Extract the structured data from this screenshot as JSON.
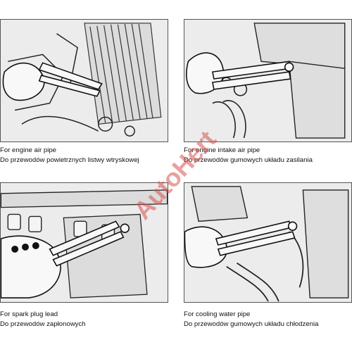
{
  "panels": [
    {
      "caption_en": "For engine air pipe",
      "caption_pl": "Do przewodów powietrznych listwy wtryskowej"
    },
    {
      "caption_en": "For engine intake air pipe",
      "caption_pl": "Do przewodów gumowych układu zasilania"
    },
    {
      "caption_en": "For spark plug lead",
      "caption_pl": "Do przewodów zapłonowych"
    },
    {
      "caption_en": "For cooling water pipe",
      "caption_pl": "Do przewodów gumowych układu chłodzenia"
    }
  ],
  "watermark": {
    "text": "AutoHert",
    "color": "#d9534f"
  }
}
